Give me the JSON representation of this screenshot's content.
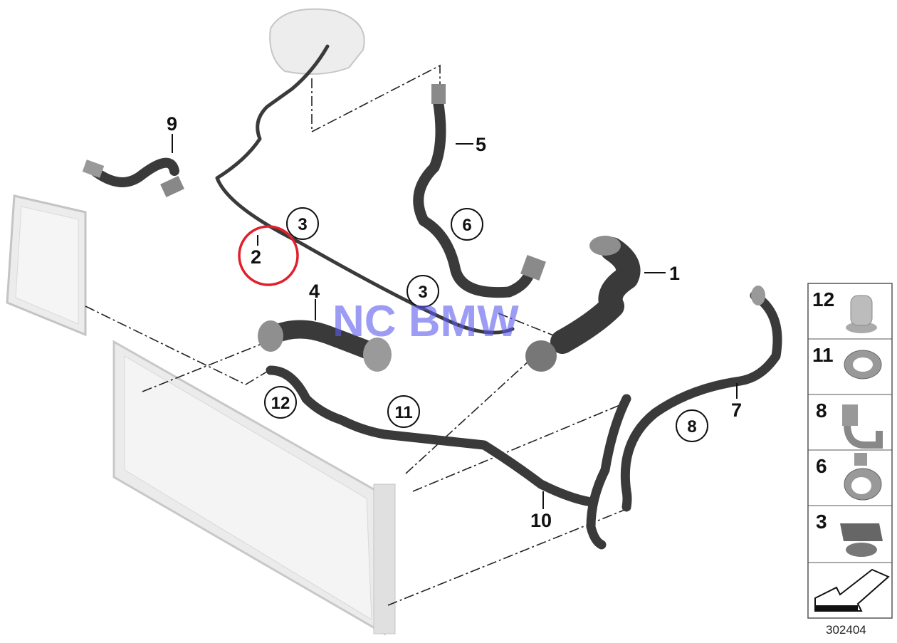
{
  "diagram": {
    "watermark": "NC BMW",
    "reference_number": "302404",
    "highlight_color": "#e0202a",
    "callouts": {
      "p1": "1",
      "p2": "2",
      "p4": "4",
      "p5": "5",
      "p7": "7",
      "p9": "9",
      "p10": "10"
    },
    "circled": {
      "c3a": "3",
      "c3b": "3",
      "c6": "6",
      "c8": "8",
      "c11": "11",
      "c12": "12"
    },
    "legend": [
      {
        "number": "12",
        "icon": "hose-clip-with-base"
      },
      {
        "number": "11",
        "icon": "hose-clamp-ring"
      },
      {
        "number": "8",
        "icon": "open-hose-clip"
      },
      {
        "number": "6",
        "icon": "hose-clamp-with-tab"
      },
      {
        "number": "3",
        "icon": "double-line-clip"
      },
      {
        "number": "",
        "icon": "direction-arrow"
      }
    ]
  }
}
